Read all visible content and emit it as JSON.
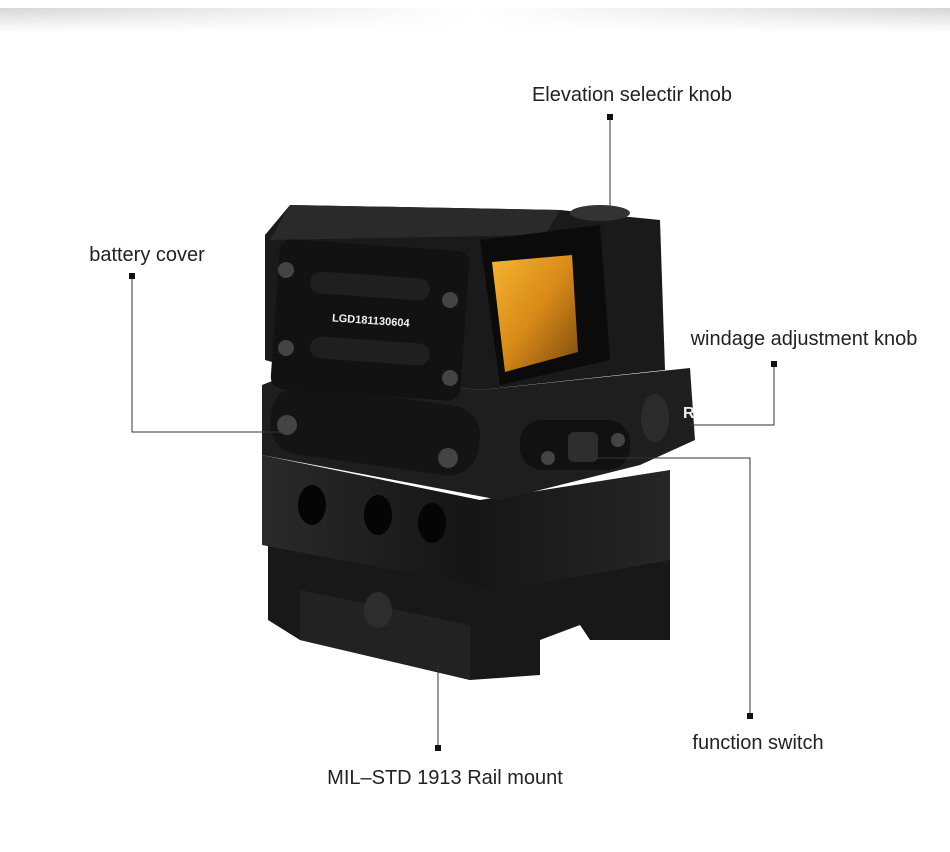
{
  "labels": {
    "elevation": "Elevation selectir knob",
    "battery": "battery cover",
    "windage": "windage adjustment knob",
    "function_switch": "function switch",
    "rail_mount": "MIL–STD 1913 Rail mount"
  },
  "product": {
    "serial": "LGD181130604",
    "windage_mark": "R"
  },
  "colors": {
    "body": "#1c1c1c",
    "lens": "#e8a020",
    "leader": "#333333"
  }
}
